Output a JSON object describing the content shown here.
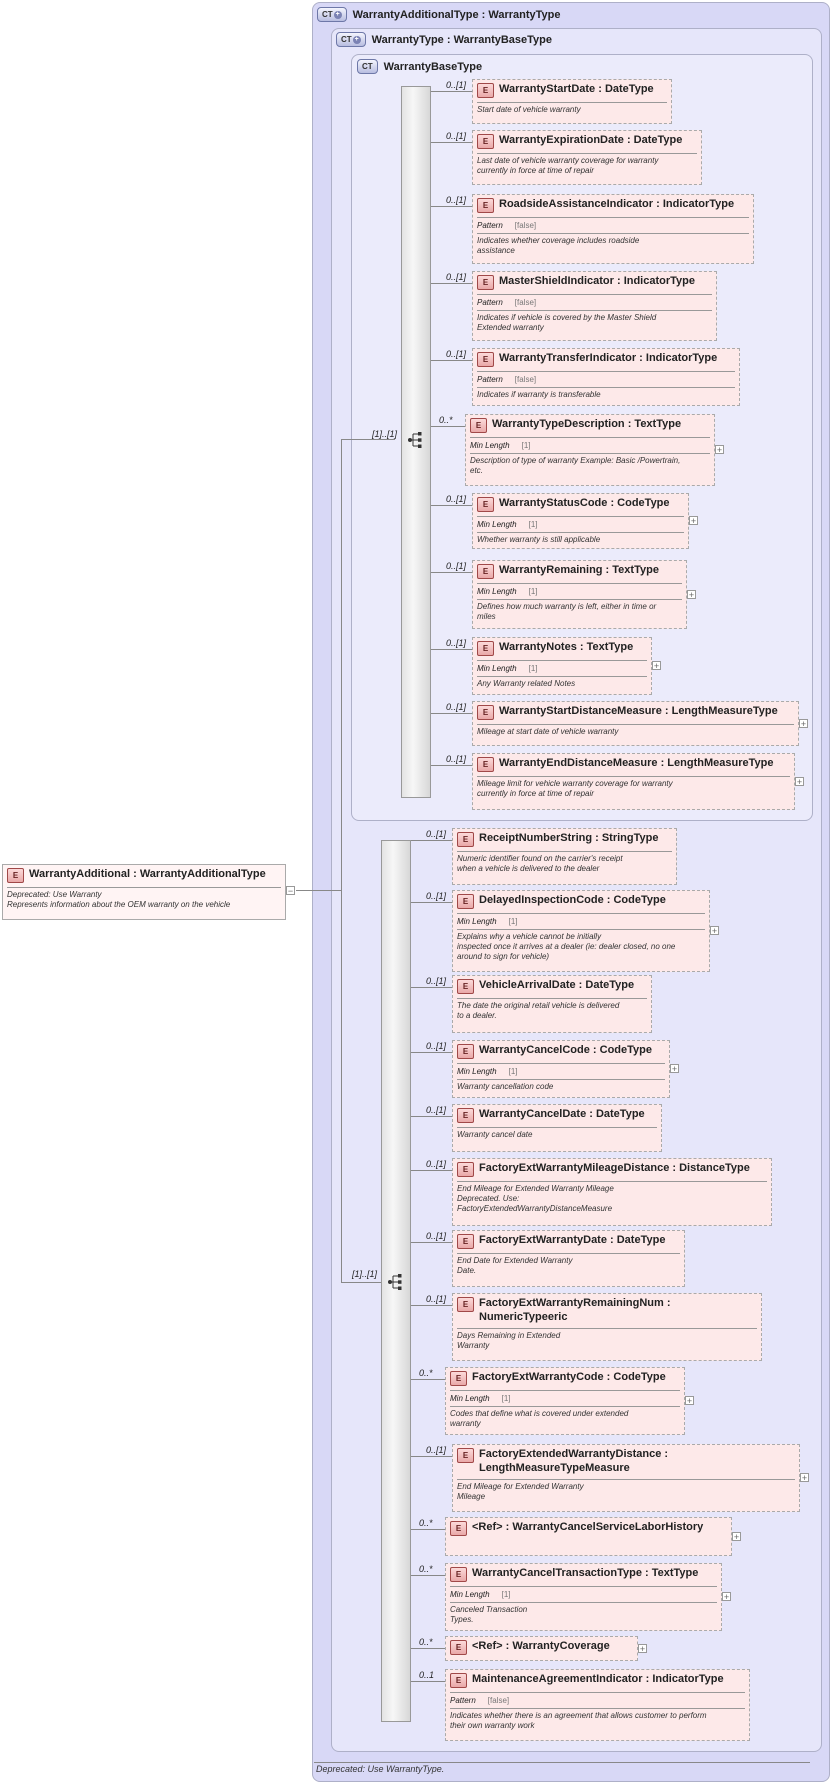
{
  "outer_type": {
    "label": "WarrantyAdditionalType : WarrantyType",
    "badge": "CT"
  },
  "mid_type": {
    "label": "WarrantyType : WarrantyBaseType",
    "badge": "CT"
  },
  "inner_type": {
    "label": "WarrantyBaseType",
    "badge": "CT"
  },
  "root": {
    "name": "WarrantyAdditional : WarrantyAdditionalType",
    "doc": [
      "Deprecated: Use Warranty",
      "Represents information about the OEM warranty on the vehicle"
    ],
    "badge": "E"
  },
  "seq1_card": "[1]..[1]",
  "seq2_card": "[1]..[1]",
  "footer_doc": "Deprecated:  Use WarrantyType.",
  "group1": [
    {
      "card": "0..[1]",
      "name": "WarrantyStartDate : DateType",
      "facet": "",
      "facet_val": "",
      "doc": [
        "Start date of vehicle warranty"
      ],
      "expand": false
    },
    {
      "card": "0..[1]",
      "name": "WarrantyExpirationDate : DateType",
      "facet": "",
      "facet_val": "",
      "doc": [
        "Last date of vehicle warranty coverage for warranty",
        "currently in force at time of repair"
      ],
      "expand": false
    },
    {
      "card": "0..[1]",
      "name": "RoadsideAssistanceIndicator : IndicatorType",
      "facet": "Pattern",
      "facet_val": "[false]",
      "doc": [
        "Indicates whether coverage includes roadside",
        "assistance"
      ],
      "expand": false
    },
    {
      "card": "0..[1]",
      "name": "MasterShieldIndicator : IndicatorType",
      "facet": "Pattern",
      "facet_val": "[false]",
      "doc": [
        "Indicates if vehicle is covered by the Master Shield",
        "Extended warranty"
      ],
      "expand": false
    },
    {
      "card": "0..[1]",
      "name": "WarrantyTransferIndicator : IndicatorType",
      "facet": "Pattern",
      "facet_val": "[false]",
      "doc": [
        "Indicates if warranty is transferable"
      ],
      "expand": false
    },
    {
      "card": "0..*",
      "name": "WarrantyTypeDescription : TextType",
      "facet": "Min Length",
      "facet_val": "[1]",
      "doc": [
        "Description of type of warranty Example: Basic /Powertrain,",
        "etc."
      ],
      "expand": true
    },
    {
      "card": "0..[1]",
      "name": "WarrantyStatusCode : CodeType",
      "facet": "Min Length",
      "facet_val": "[1]",
      "doc": [
        "Whether warranty is still applicable"
      ],
      "expand": true
    },
    {
      "card": "0..[1]",
      "name": "WarrantyRemaining : TextType",
      "facet": "Min Length",
      "facet_val": "[1]",
      "doc": [
        "Defines how much warranty is left, either in time or",
        "miles"
      ],
      "expand": true
    },
    {
      "card": "0..[1]",
      "name": "WarrantyNotes : TextType",
      "facet": "Min Length",
      "facet_val": "[1]",
      "doc": [
        "Any Warranty related Notes"
      ],
      "expand": true
    },
    {
      "card": "0..[1]",
      "name": "WarrantyStartDistanceMeasure : LengthMeasureType",
      "facet": "",
      "facet_val": "",
      "doc": [
        "Mileage at start date of vehicle warranty"
      ],
      "expand": true
    },
    {
      "card": "0..[1]",
      "name": "WarrantyEndDistanceMeasure : LengthMeasureType",
      "facet": "",
      "facet_val": "",
      "doc": [
        "Mileage limit for vehicle warranty coverage for warranty",
        "currently in force at time of repair"
      ],
      "expand": true
    }
  ],
  "group2": [
    {
      "card": "0..[1]",
      "name": "ReceiptNumberString : StringType",
      "facet": "",
      "facet_val": "",
      "doc": [
        "Numeric identifier found on the carrier's receipt",
        "when a vehicle is delivered to the dealer"
      ],
      "expand": false
    },
    {
      "card": "0..[1]",
      "name": "DelayedInspectionCode : CodeType",
      "facet": "Min Length",
      "facet_val": "[1]",
      "doc": [
        "Explains why a vehicle cannot be initially",
        "inspected once it arrives at a dealer (ie: dealer closed, no one",
        "around to sign for vehicle)"
      ],
      "expand": true
    },
    {
      "card": "0..[1]",
      "name": "VehicleArrivalDate : DateType",
      "facet": "",
      "facet_val": "",
      "doc": [
        "The date the original retail vehicle is delivered",
        "to a dealer."
      ],
      "expand": false
    },
    {
      "card": "0..[1]",
      "name": "WarrantyCancelCode : CodeType",
      "facet": "Min Length",
      "facet_val": "[1]",
      "doc": [
        "Warranty cancellation code"
      ],
      "expand": true
    },
    {
      "card": "0..[1]",
      "name": "WarrantyCancelDate : DateType",
      "facet": "",
      "facet_val": "",
      "doc": [
        "Warranty cancel date"
      ],
      "expand": false
    },
    {
      "card": "0..[1]",
      "name": "FactoryExtWarrantyMileageDistance : DistanceType",
      "facet": "",
      "facet_val": "",
      "doc": [
        "End Mileage for Extended Warranty Mileage",
        "Deprecated. Use:",
        "FactoryExtendedWarrantyDistanceMeasure"
      ],
      "expand": false
    },
    {
      "card": "0..[1]",
      "name": "FactoryExtWarrantyDate : DateType",
      "facet": "",
      "facet_val": "",
      "doc": [
        "End Date for Extended Warranty",
        "Date."
      ],
      "expand": false
    },
    {
      "card": "0..[1]",
      "name": "FactoryExtWarrantyRemainingNum : NumericTypeeric",
      "facet": "",
      "facet_val": "",
      "doc": [
        "Days Remaining in Extended",
        "Warranty"
      ],
      "expand": false
    },
    {
      "card": "0..*",
      "name": "FactoryExtWarrantyCode : CodeType",
      "facet": "Min Length",
      "facet_val": "[1]",
      "doc": [
        "Codes that define what is covered under extended",
        "warranty"
      ],
      "expand": true
    },
    {
      "card": "0..[1]",
      "name": "FactoryExtendedWarrantyDistance : LengthMeasureTypeMeasure",
      "facet": "",
      "facet_val": "",
      "doc": [
        "End Mileage for Extended Warranty",
        "Mileage"
      ],
      "expand": true
    },
    {
      "card": "0..*",
      "name": "<Ref>      : WarrantyCancelServiceLaborHistory",
      "facet": "",
      "facet_val": "",
      "doc": [],
      "expand": true
    },
    {
      "card": "0..*",
      "name": "WarrantyCancelTransactionType : TextType",
      "facet": "Min Length",
      "facet_val": "[1]",
      "doc": [
        "Canceled Transaction",
        "Types."
      ],
      "expand": true
    },
    {
      "card": "0..*",
      "name": "<Ref>     : WarrantyCoverage",
      "facet": "",
      "facet_val": "",
      "doc": [],
      "expand": true
    },
    {
      "card": "0..1",
      "name": "MaintenanceAgreementIndicator : IndicatorType",
      "facet": "Pattern",
      "facet_val": "[false]",
      "doc": [
        "Indicates whether there is an agreement that allows customer to perform",
        "their own warranty work"
      ],
      "expand": false
    }
  ]
}
